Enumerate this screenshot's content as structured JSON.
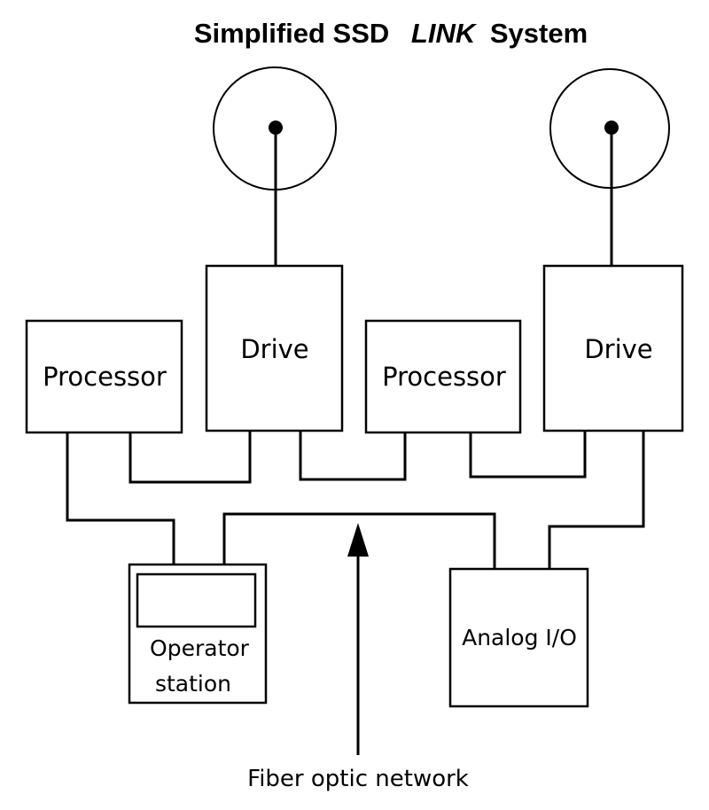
{
  "title": {
    "part1": "Simplified SSD",
    "part2": "LINK",
    "part3": "System"
  },
  "nodes": {
    "processor_left": "Processor",
    "drive_left": "Drive",
    "processor_right": "Processor",
    "drive_right": "Drive",
    "operator_line1": "Operator",
    "operator_line2": "station",
    "analog_io": "Analog I/O"
  },
  "network_label": "Fiber optic network"
}
